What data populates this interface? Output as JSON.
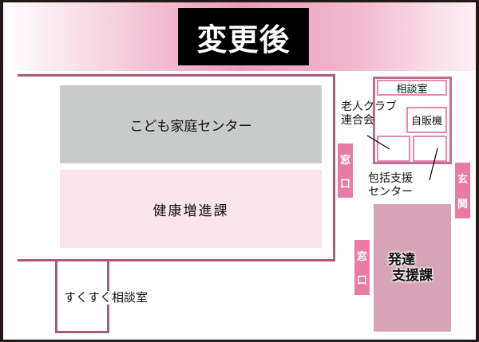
{
  "title": "変更後",
  "rooms": {
    "kodomo": "こども家庭センター",
    "kenko": "健康増進課",
    "sukusuku": "すくすく相談室",
    "soudanshitsu": "相談室",
    "jihanki": "自販機",
    "roujin": [
      "老人クラブ",
      "連合会"
    ],
    "houkatsu": [
      "包括支援",
      "センター"
    ],
    "hattatsu": [
      "発達",
      "支援課"
    ]
  },
  "windows": {
    "madoguchi_1": [
      "窓",
      "口"
    ],
    "madoguchi_2": [
      "窓",
      "口"
    ],
    "genkan": [
      "玄",
      "関"
    ]
  },
  "colors": {
    "wall": "#a85a7c",
    "kodomo_bg": "#c9caca",
    "kenko_bg": "#fce4ec",
    "hattatsu_bg": "#d6a4b6",
    "window_bg": "#e87aa6",
    "title_bg": "#000000"
  }
}
